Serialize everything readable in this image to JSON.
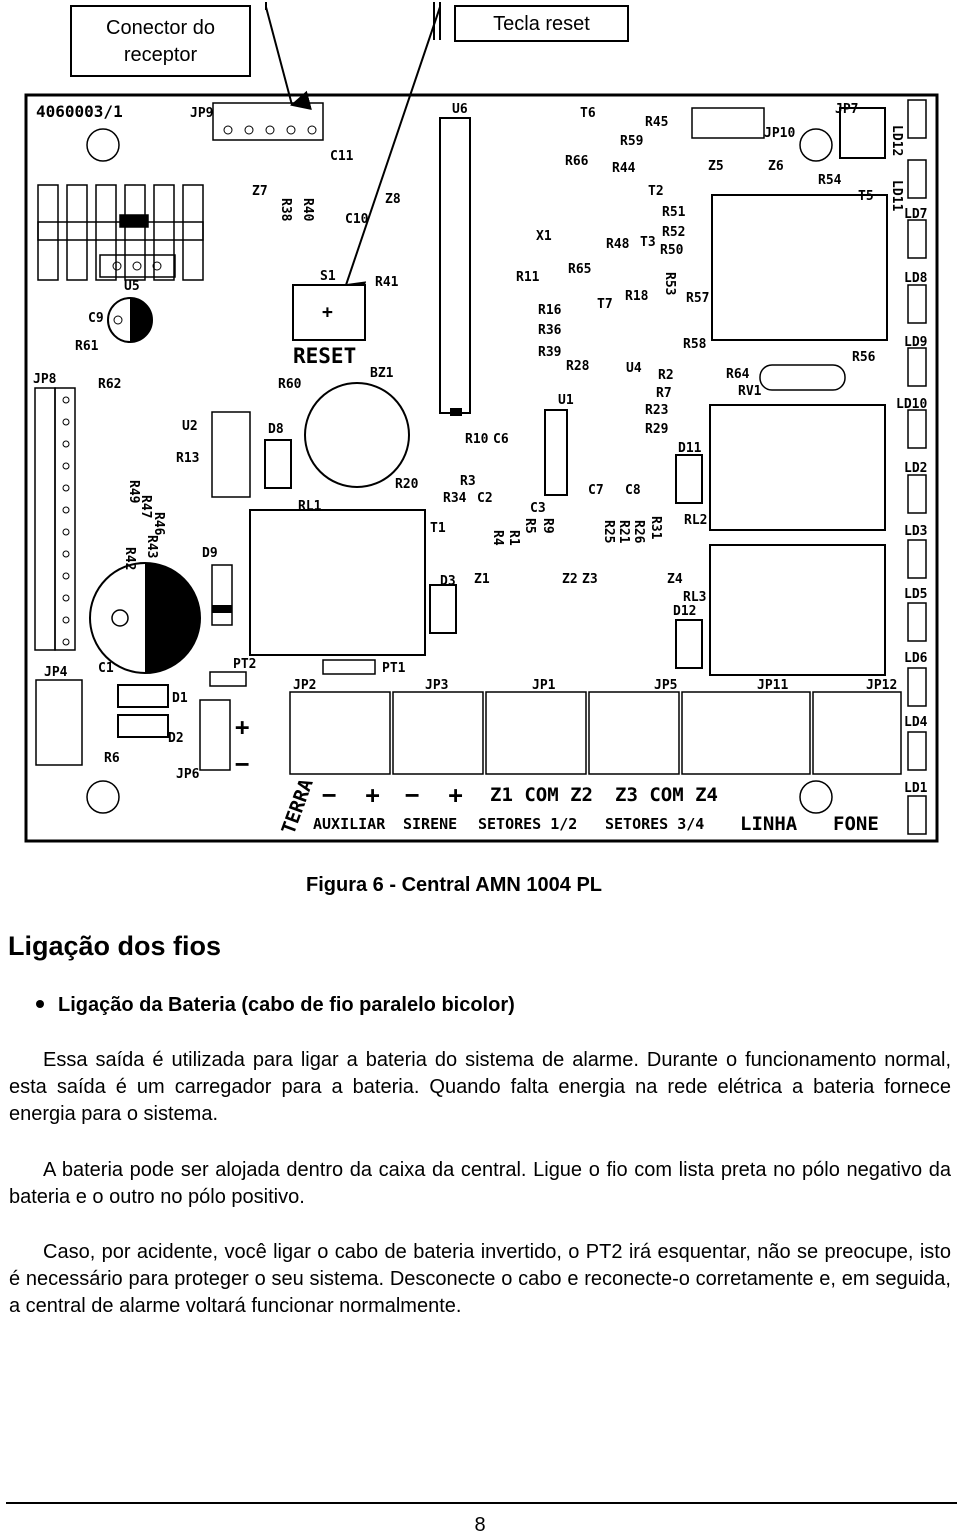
{
  "callouts": {
    "receiver": [
      "Conector do",
      "receptor"
    ],
    "reset": "Tecla reset"
  },
  "board": {
    "model_code": "4060003/1",
    "reset_label": "RESET",
    "plus_sign": "+",
    "components": [
      "JP9",
      "U6",
      "T6",
      "R45",
      "R59",
      "JP7",
      "LD12",
      "C11",
      "R66",
      "R44",
      "T2",
      "Z5",
      "Z6",
      "JP10",
      "Z7",
      "R38",
      "R40",
      "Z8",
      "R51",
      "R54",
      "LD11",
      "T5",
      "C10",
      "X1",
      "R48",
      "T3",
      "R52",
      "R50",
      "R53",
      "LD7",
      "S1",
      "R41",
      "R11",
      "R65",
      "R16",
      "T7",
      "R18",
      "R57",
      "LD8",
      "U5",
      "C9",
      "R61",
      "R36",
      "R39",
      "R28",
      "U4",
      "R58",
      "LD9",
      "JP8",
      "R62",
      "R60",
      "BZ1",
      "R2",
      "R7",
      "R64",
      "RV1",
      "R56",
      "U1",
      "R23",
      "R29",
      "LD10",
      "U2",
      "D8",
      "R10",
      "C6",
      "D11",
      "LD2",
      "R13",
      "R49",
      "R47",
      "R46",
      "R42",
      "R43",
      "RL1",
      "R20",
      "R3",
      "R34",
      "C2",
      "C3",
      "C7",
      "C8",
      "R5",
      "R9",
      "R25",
      "R21",
      "R26",
      "R31",
      "RL2",
      "D9",
      "T1",
      "R4",
      "R1",
      "LD3",
      "D3",
      "Z1",
      "Z2",
      "Z3",
      "Z4",
      "RL3",
      "D12",
      "LD5",
      "JP4",
      "C1",
      "PT2",
      "PT1",
      "LD6",
      "JP2",
      "JP3",
      "JP1",
      "JP5",
      "JP11",
      "JP12",
      "D1",
      "LD4",
      "D2",
      "R6",
      "JP6",
      "LD1"
    ],
    "terminals": {
      "terra": "TERRA",
      "signs_aux": "−  +",
      "signs_sir": "−  +",
      "zones_a": "Z1 COM Z2",
      "zones_b": "Z3 COM Z4",
      "auxiliar": "AUXILIAR",
      "sirene": "SIRENE",
      "setores_a": "SETORES 1/2",
      "setores_b": "SETORES 3/4",
      "linha": "LINHA",
      "fone": "FONE"
    }
  },
  "figure_caption": "Figura 6 - Central AMN 1004 PL",
  "section_title": "Ligação dos fios",
  "bullet": "Ligação da Bateria (cabo de fio paralelo bicolor)",
  "paragraphs": [
    "Essa saída é utilizada para ligar a bateria do sistema de alarme. Durante o funcionamento normal, esta saída é um carregador para a bateria. Quando falta energia na rede elétrica a bateria fornece energia para o sistema.",
    "A bateria pode ser alojada dentro da caixa da central. Ligue o fio com lista preta no pólo negativo da bateria e o outro no pólo positivo.",
    "Caso, por acidente, você ligar o cabo de bateria invertido, o PT2 irá esquentar, não se preocupe, isto é necessário para proteger o seu sistema. Desconecte o cabo e reconecte-o corretamente e, em seguida, a central de alarme voltará funcionar normalmente."
  ],
  "page_number": "8"
}
